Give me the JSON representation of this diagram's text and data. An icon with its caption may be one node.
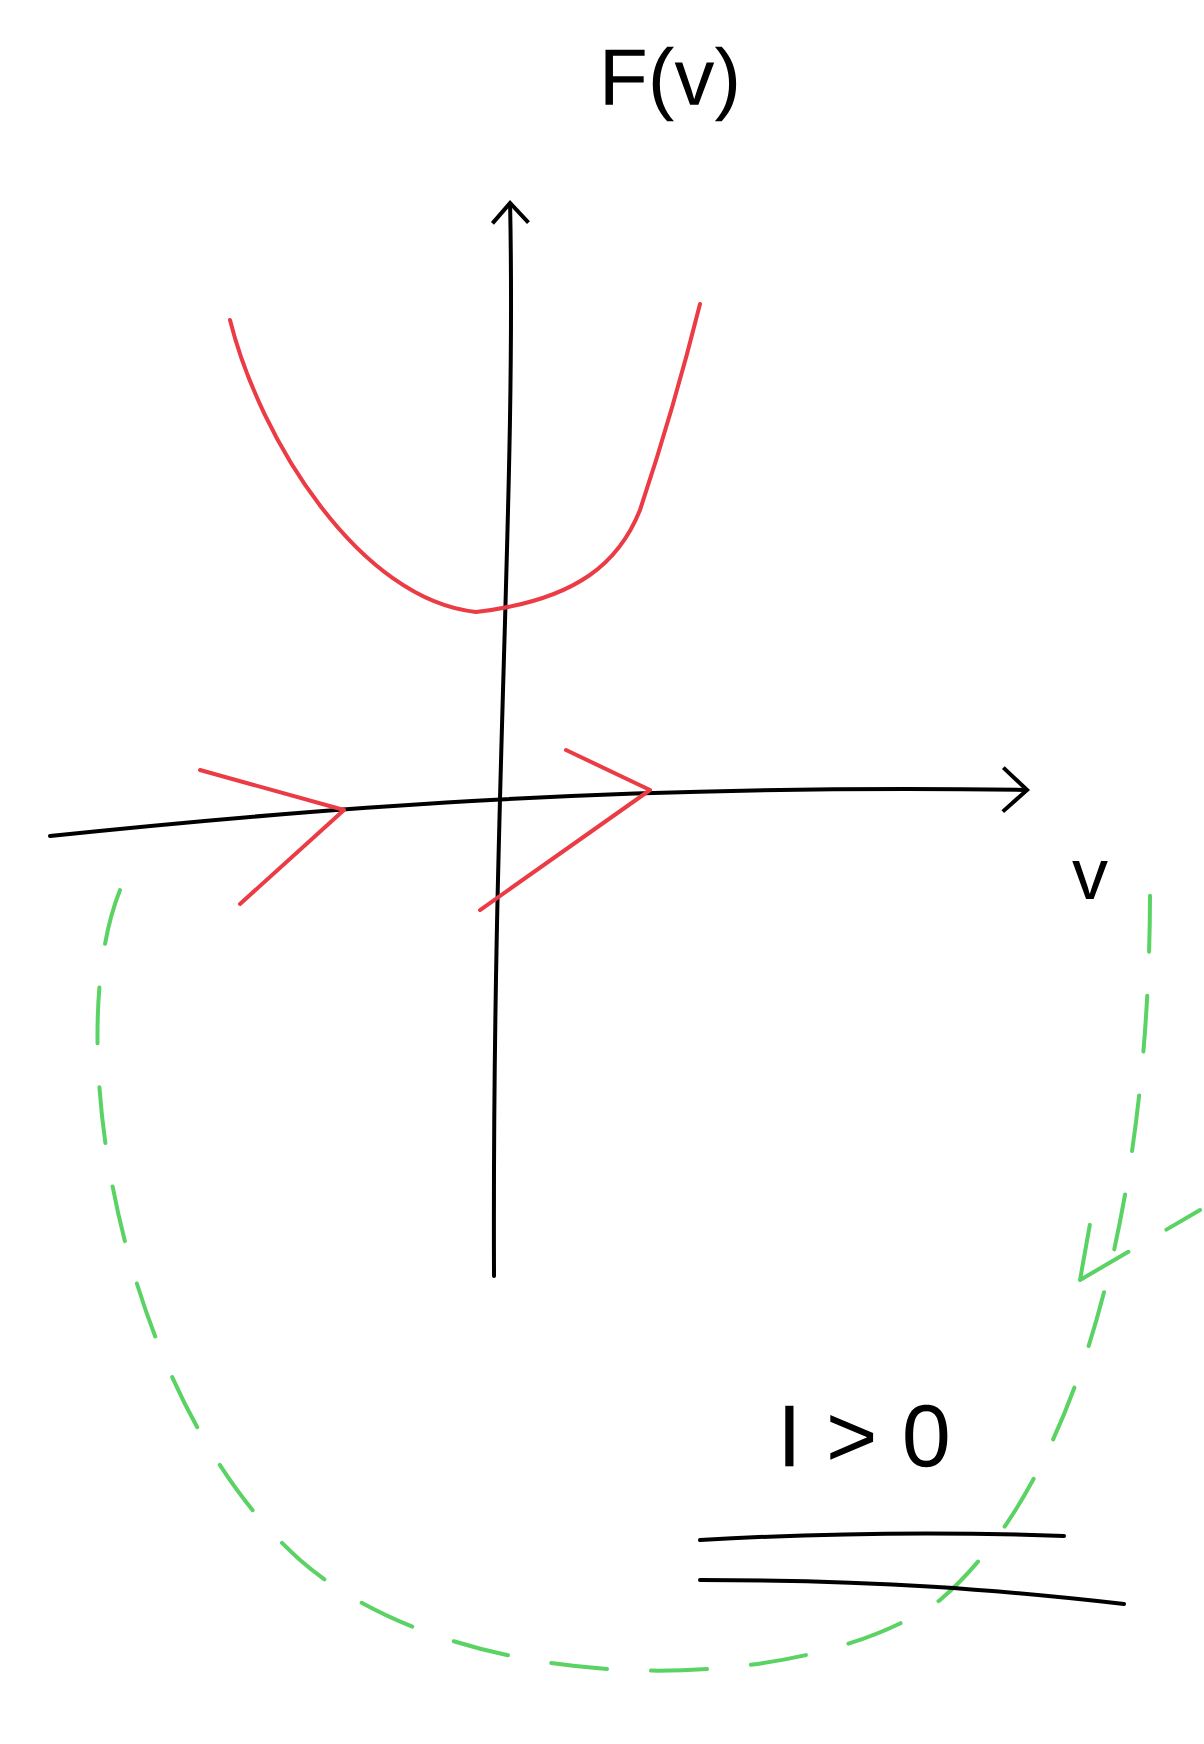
{
  "diagram": {
    "labels": [
      "F(v)",
      "v",
      "I > 0"
    ]
  }
}
